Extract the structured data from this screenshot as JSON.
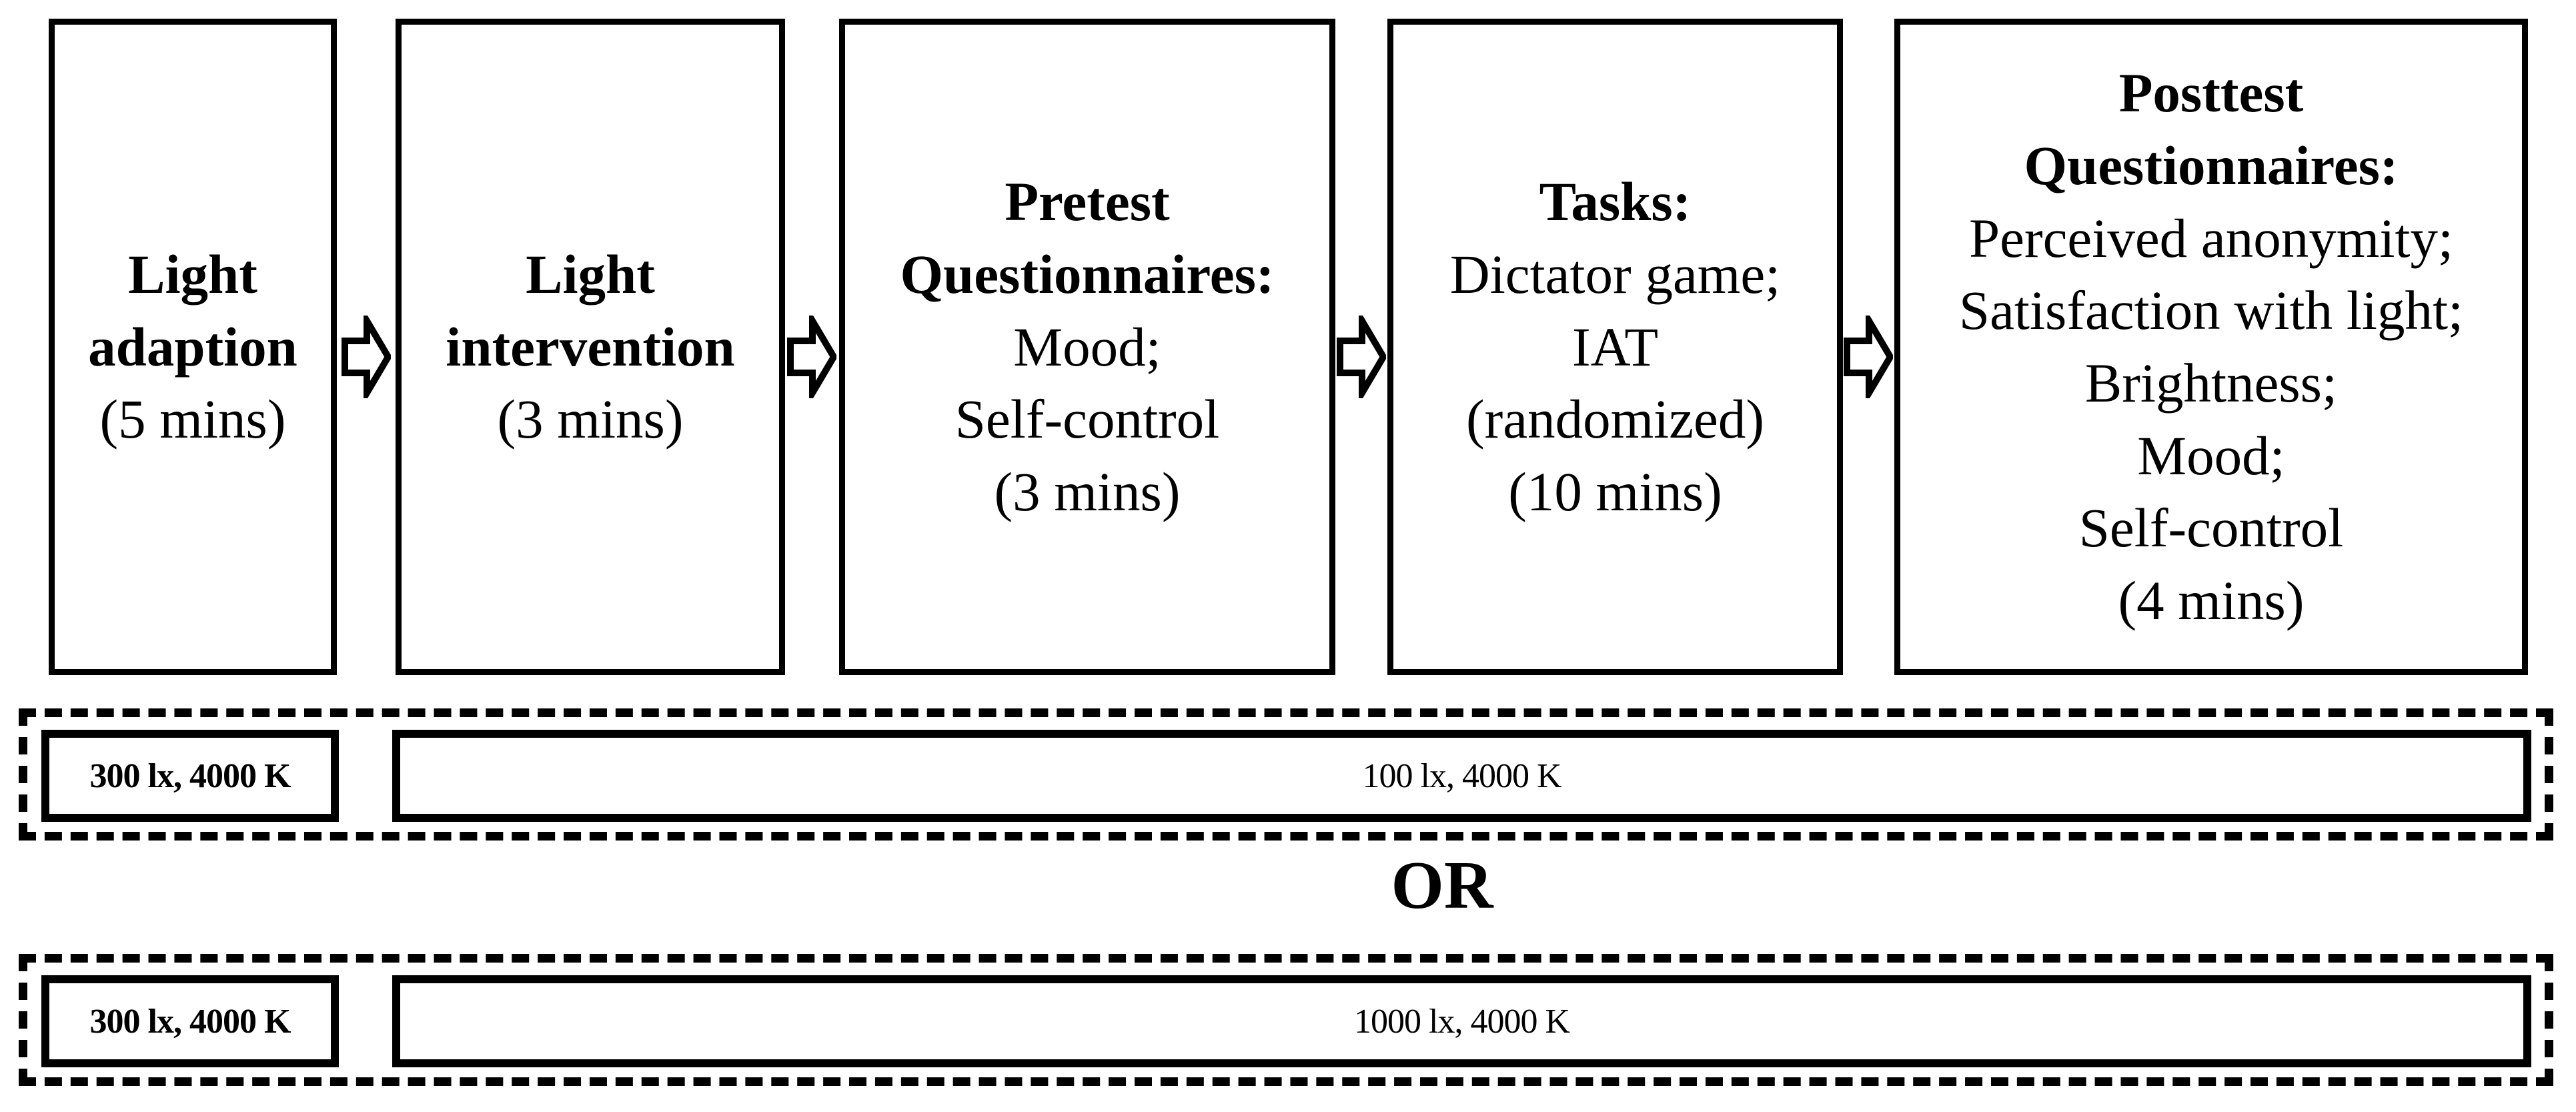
{
  "figure": {
    "description_label": "experiment-procedure-flow-diagram"
  },
  "flow": {
    "boxes": [
      {
        "heading": "Light\nadaption",
        "body": "(5 mins)"
      },
      {
        "heading": "Light\nintervention",
        "body": "(3 mins)"
      },
      {
        "heading": "Pretest\nQuestionnaires:",
        "body": "Mood;\nSelf-control\n(3 mins)"
      },
      {
        "heading": "Tasks:",
        "body": "Dictator game;\nIAT\n(randomized)\n(10 mins)"
      },
      {
        "heading": "Posttest\nQuestionnaires:",
        "body": "Perceived anonymity;\nSatisfaction with light;\nBrightness;\nMood;\nSelf-control\n(4 mins)"
      }
    ],
    "arrow_icon": "block-right-arrow"
  },
  "conditions": {
    "or_label": "OR",
    "rows": [
      {
        "adaptation_label": "300 lx, 4000 K",
        "intervention_label": "100 lx, 4000 K"
      },
      {
        "adaptation_label": "300 lx, 4000 K",
        "intervention_label": "1000 lx, 4000 K"
      }
    ]
  },
  "colors": {
    "ink": "#000000",
    "background": "#ffffff"
  }
}
